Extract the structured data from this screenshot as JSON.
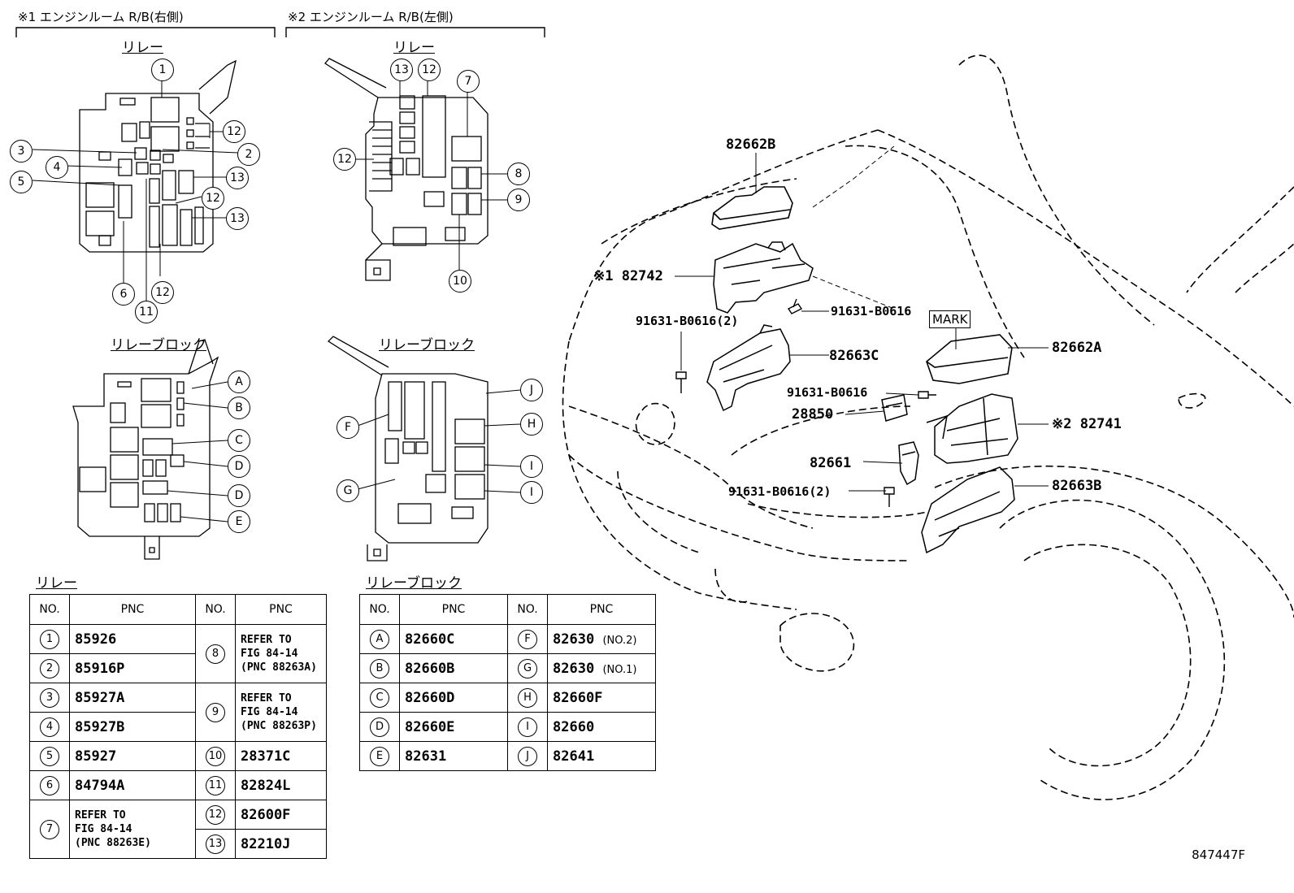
{
  "sections": {
    "rb_right": "※1 エンジンルーム R/B(右側)",
    "rb_left": "※2 エンジンルーム R/B(左側)",
    "relay": "リレー",
    "relay_block": "リレーブロック"
  },
  "relay_table": {
    "title": "リレー",
    "headers": [
      "NO.",
      "PNC",
      "NO.",
      "PNC"
    ],
    "left": [
      {
        "no": "1",
        "pnc": "85926"
      },
      {
        "no": "2",
        "pnc": "85916P"
      },
      {
        "no": "3",
        "pnc": "85927A"
      },
      {
        "no": "4",
        "pnc": "85927B"
      },
      {
        "no": "5",
        "pnc": "85927"
      },
      {
        "no": "6",
        "pnc": "84794A"
      },
      {
        "no": "7",
        "pnc": "REFER TO\nFIG 84-14\n(PNC 88263E)"
      }
    ],
    "right": [
      {
        "no": "8",
        "pnc": "REFER TO\nFIG 84-14\n(PNC 88263A)"
      },
      {
        "no": "9",
        "pnc": "REFER TO\nFIG 84-14\n(PNC 88263P)"
      },
      {
        "no": "10",
        "pnc": "28371C"
      },
      {
        "no": "11",
        "pnc": "82824L"
      },
      {
        "no": "12",
        "pnc": "82600F"
      },
      {
        "no": "13",
        "pnc": "82210J"
      }
    ]
  },
  "block_table": {
    "title": "リレーブロック",
    "headers": [
      "NO.",
      "PNC",
      "NO.",
      "PNC"
    ],
    "rows": [
      {
        "no1": "A",
        "pnc1": "82660C",
        "no2": "F",
        "pnc2": "82630",
        "note2": "(NO.2)"
      },
      {
        "no1": "B",
        "pnc1": "82660B",
        "no2": "G",
        "pnc2": "82630",
        "note2": "(NO.1)"
      },
      {
        "no1": "C",
        "pnc1": "82660D",
        "no2": "H",
        "pnc2": "82660F",
        "note2": ""
      },
      {
        "no1": "D",
        "pnc1": "82660E",
        "no2": "I",
        "pnc2": "82660",
        "note2": ""
      },
      {
        "no1": "E",
        "pnc1": "82631",
        "no2": "J",
        "pnc2": "82641",
        "note2": ""
      }
    ]
  },
  "callouts": {
    "c82662B": "82662B",
    "c82742": "※1 82742",
    "c91631a": "91631-B0616",
    "c91631b": "91631-B0616(2)",
    "c82663C": "82663C",
    "mark": "MARK",
    "c82662A": "82662A",
    "c91631c": "91631-B0616",
    "c28850": "28850",
    "c82741": "※2 82741",
    "c82661": "82661",
    "c91631d": "91631-B0616(2)",
    "c82663B": "82663B"
  },
  "relay_labels_right": [
    "1",
    "2",
    "3",
    "4",
    "5",
    "6",
    "11",
    "12",
    "12",
    "12",
    "13",
    "13"
  ],
  "relay_labels_left": [
    "13",
    "12",
    "12",
    "7",
    "8",
    "9",
    "10"
  ],
  "block_labels_right": [
    "A",
    "B",
    "C",
    "D",
    "D",
    "E"
  ],
  "block_labels_left": [
    "J",
    "F",
    "H",
    "I",
    "I",
    "G"
  ],
  "figure_id": "847447F"
}
